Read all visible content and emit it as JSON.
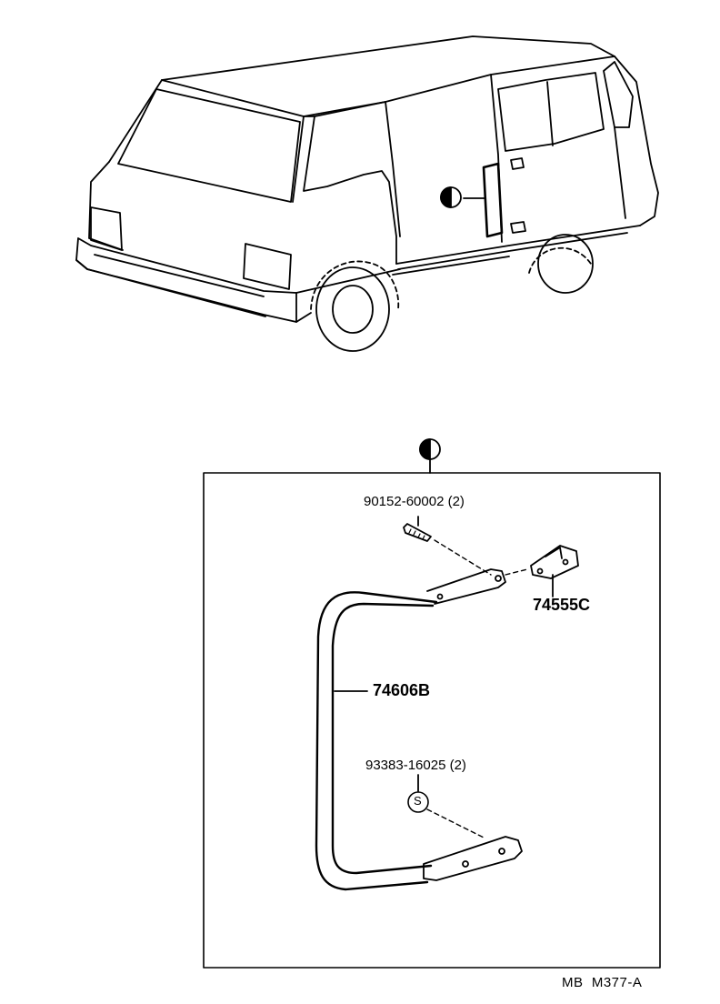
{
  "parts": {
    "bolt": "90152-60002 (2)",
    "bracket": "74555C",
    "handle": "74606B",
    "screw": "93383-16025 (2)"
  },
  "symbols": {
    "screw_mark": "S"
  },
  "footer": {
    "code": "MB  M377-A"
  }
}
